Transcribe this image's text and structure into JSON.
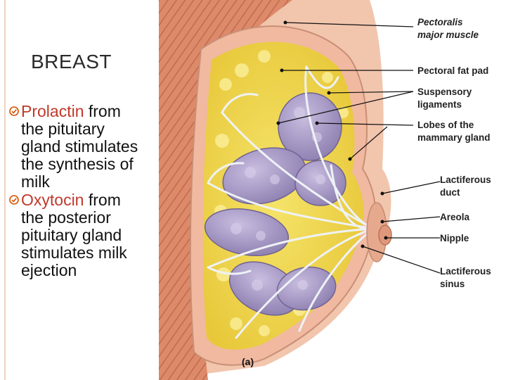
{
  "slide": {
    "title": "BREAST",
    "bullets": [
      {
        "highlight": "Prolactin",
        "rest_lines": [
          " from",
          "the pituitary",
          "gland stimulates",
          "the synthesis of",
          "milk"
        ]
      },
      {
        "highlight": "Oxytocin",
        "rest_lines": [
          " from",
          "the posterior",
          "pituitary gland",
          "stimulates milk",
          "ejection"
        ]
      }
    ],
    "accent_color": "#c0392b",
    "bullet_icon": "circle-check-icon"
  },
  "figure": {
    "caption": "(a)",
    "labels": [
      {
        "id": "pectoralis",
        "lines": [
          "Pectoralis",
          "major muscle"
        ],
        "italic": true
      },
      {
        "id": "fat-pad",
        "lines": [
          "Pectoral fat pad"
        ],
        "italic": false
      },
      {
        "id": "suspensory",
        "lines": [
          "Suspensory",
          "ligaments"
        ],
        "italic": false
      },
      {
        "id": "lobes",
        "lines": [
          "Lobes of the",
          "mammary gland"
        ],
        "italic": false
      },
      {
        "id": "lact-duct",
        "lines": [
          "Lactiferous",
          "duct"
        ],
        "italic": false
      },
      {
        "id": "areola",
        "lines": [
          "Areola"
        ],
        "italic": false
      },
      {
        "id": "nipple",
        "lines": [
          "Nipple"
        ],
        "italic": false
      },
      {
        "id": "lact-sinus",
        "lines": [
          "Lactiferous",
          "sinus"
        ],
        "italic": false
      }
    ]
  }
}
